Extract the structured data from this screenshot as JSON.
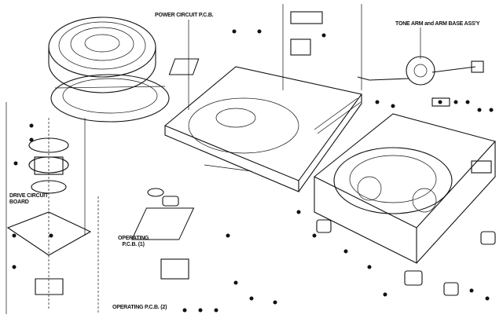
{
  "labels": {
    "power_circuit": "POWER CIRCUIT P.C.B.",
    "tone_arm": "TONE ARM and ARM BASE ASS'Y",
    "drive_circuit": "DRIVE CIRCUIT\nBOARD",
    "operating_pcb_1": "OPERATING\nP.C.B. (1)",
    "operating_pcb_2": "OPERATING P.C.B. (2)"
  },
  "colors": {
    "ink": "#111111",
    "paper": "#ffffff"
  }
}
